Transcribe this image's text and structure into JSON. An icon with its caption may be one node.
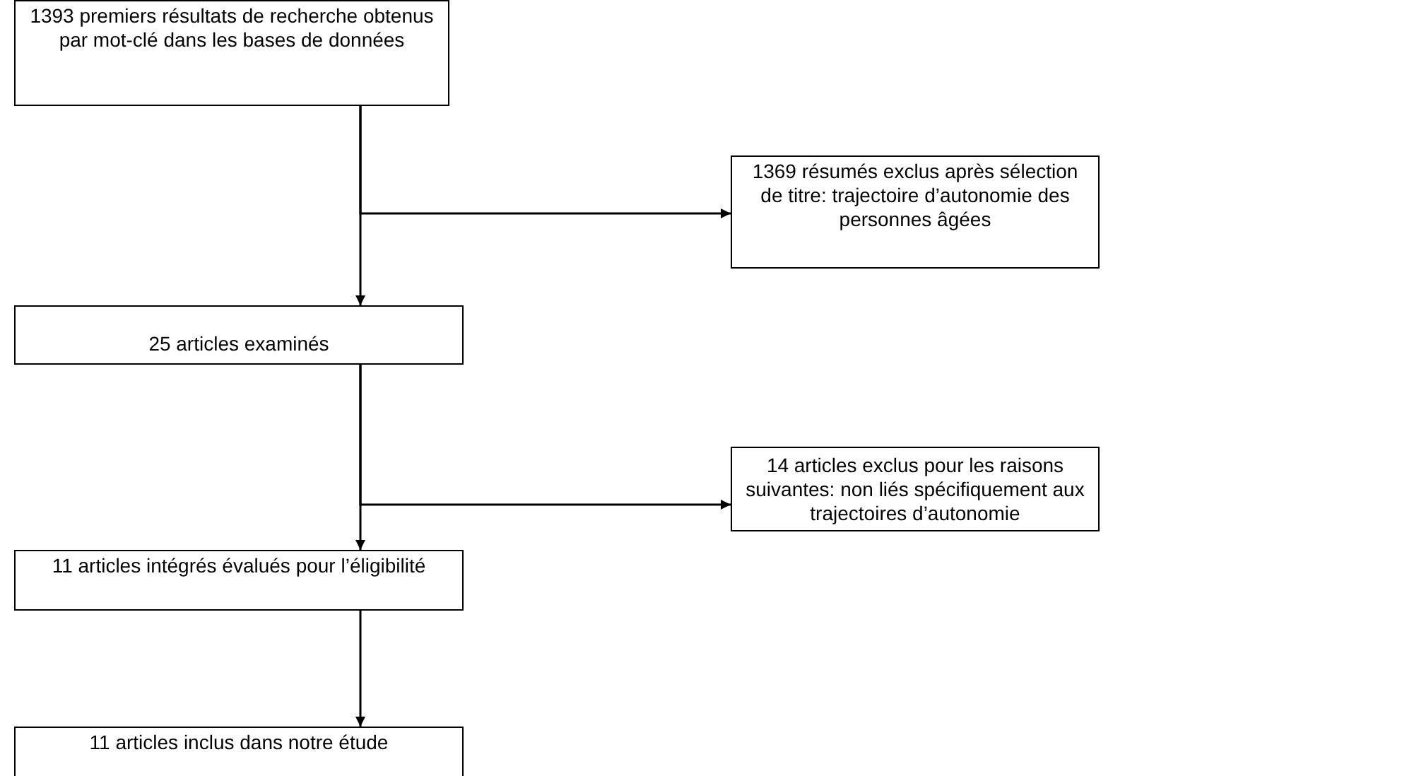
{
  "diagram": {
    "nodes": [
      {
        "text": [
          "1393 premiers résultats de recherche obtenus par mot-clé dans les bases de données"
        ]
      },
      {
        "text": [
          "1369 résumés exclus après sélection de titre: trajectoire d’autonomie des personnes âgées"
        ]
      },
      {
        "text": [
          "25 articles examinés"
        ]
      },
      {
        "text": [
          "14 articles exclus pour les raisons suivantes: non liés spécifiquement aux trajectoires d’autonomie"
        ]
      },
      {
        "text": [
          "11 articles intégrés évalués pour l’éligibilité"
        ]
      },
      {
        "text": [
          "11 articles inclus dans notre étude"
        ]
      }
    ],
    "edges": [
      {
        "from": 0,
        "to": 1,
        "arrow": "to"
      },
      {
        "from": 0,
        "to": 2,
        "arrow": "to"
      },
      {
        "from": 2,
        "to": 3,
        "arrow": "to"
      },
      {
        "from": 2,
        "to": 4,
        "arrow": "to"
      },
      {
        "from": 4,
        "to": 5,
        "arrow": "to"
      }
    ]
  }
}
